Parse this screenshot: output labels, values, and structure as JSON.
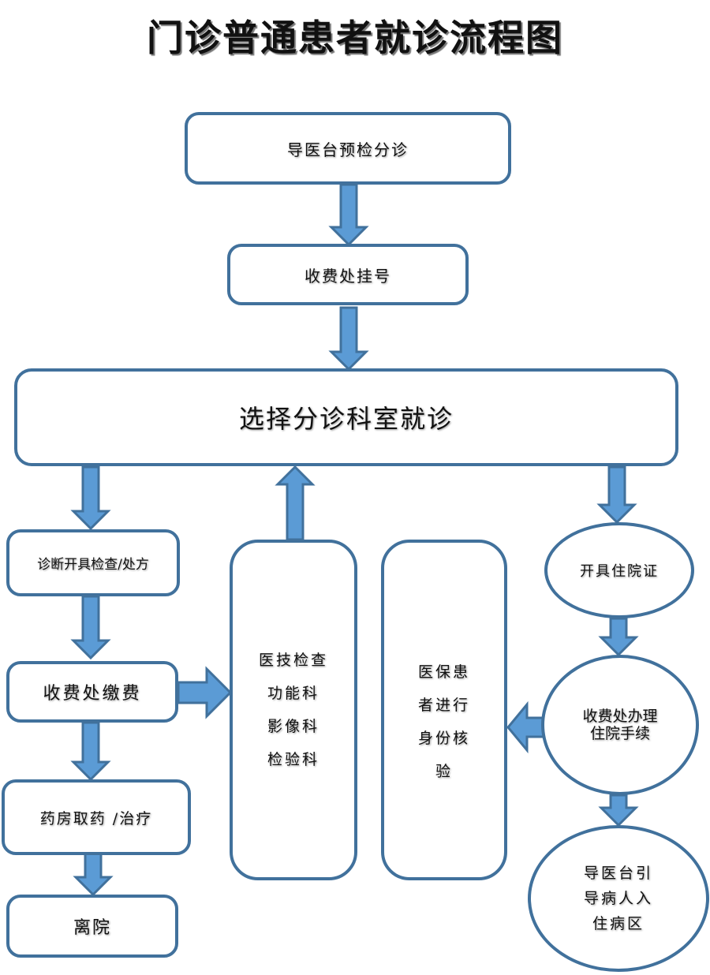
{
  "title": "门诊普通患者就诊流程图",
  "nodes": {
    "triage": "导医台预检分诊",
    "registration": "收费处挂号",
    "select_department": "选择分诊科室就诊",
    "diagnosis": "诊断开具检查/处方",
    "payment": "收费处缴费",
    "pharmacy": "药房取药 /治疗",
    "discharge": "离院",
    "medtech": [
      "医技检查",
      "功能科",
      "影像科",
      "检验科"
    ],
    "insurance": [
      "医保患",
      "者进行",
      "身份核",
      "验"
    ],
    "admission_cert": "开具住院证",
    "admission_proc": [
      "收费处办理",
      "住院手续"
    ],
    "ward_guide": [
      "导医台引",
      "导病人入",
      "住病区"
    ]
  },
  "colors": {
    "border": "#41719c",
    "arrow_fill": "#5b9bd5"
  }
}
